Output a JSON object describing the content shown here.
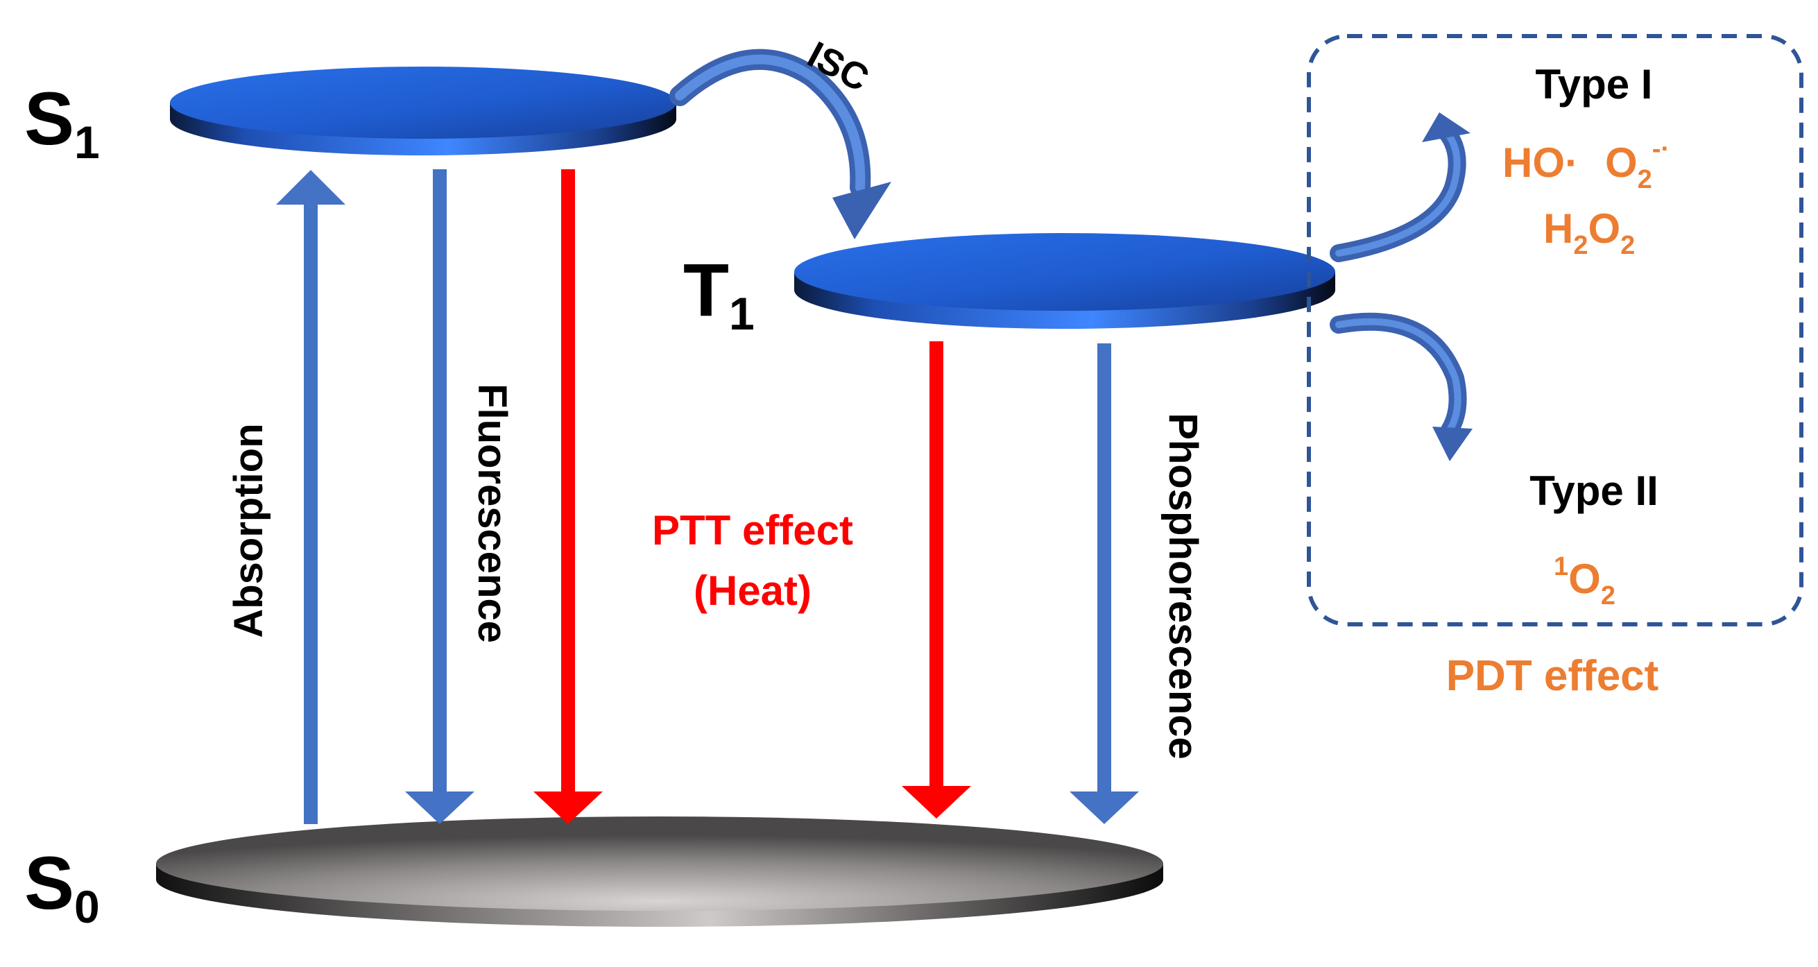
{
  "levels": {
    "s1": {
      "main": "S",
      "sub": "1"
    },
    "t1": {
      "main": "T",
      "sub": "1"
    },
    "s0": {
      "main": "S",
      "sub": "0"
    }
  },
  "transitions": {
    "absorption": "Absorption",
    "fluorescence": "Fluorescence",
    "ptt_line1": "PTT effect",
    "ptt_line2": "(Heat)",
    "phosphorescence": "Phosphorescence",
    "isc": "ISC"
  },
  "pdt": {
    "type1": {
      "title": "Type I",
      "ho": "HO·",
      "o2_main": "O",
      "o2_sub": "2",
      "o2_sup": "-·",
      "h2o2": {
        "h": "H",
        "sub1": "2",
        "o": "O",
        "sub2": "2"
      }
    },
    "type2": {
      "title": "Type II",
      "singlet": {
        "sup": "1",
        "o": "O",
        "sub": "2"
      }
    },
    "effect_label": "PDT effect"
  },
  "colors": {
    "blue_disk": "#1f5fd6",
    "blue_arrow": "#4472c4",
    "red_arrow": "#ff0000",
    "orange_text": "#ed7d31",
    "dashed_box": "#2f5597",
    "gray_disk": "#5a5a5a",
    "text": "#000000"
  }
}
